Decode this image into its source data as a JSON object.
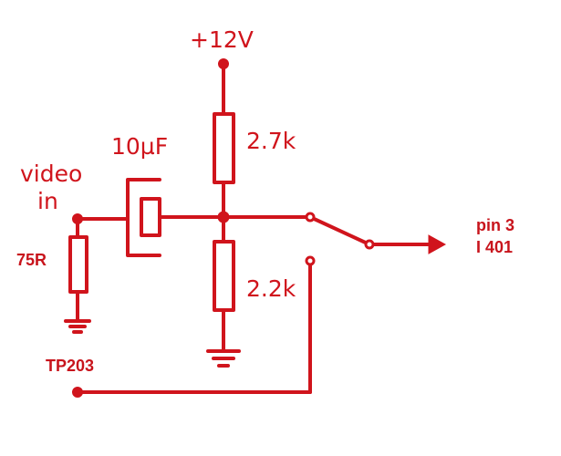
{
  "colors": {
    "wire": "#d0141c",
    "label_regular": "#d0141c",
    "label_bold": "#c8141c",
    "background": "#ffffff"
  },
  "labels": {
    "supply": "+12V",
    "capacitor": "10µF",
    "input_line1": "video",
    "input_line2": "in",
    "resistor_termination": "75R",
    "resistor_upper": "2.7k",
    "resistor_lower": "2.2k",
    "test_point": "TP203",
    "output_line1": "pin 3",
    "output_line2": "I 401"
  },
  "symbols": {
    "ground": "ground-icon",
    "arrow": "arrow-right-icon",
    "switch": "switch-icon"
  }
}
